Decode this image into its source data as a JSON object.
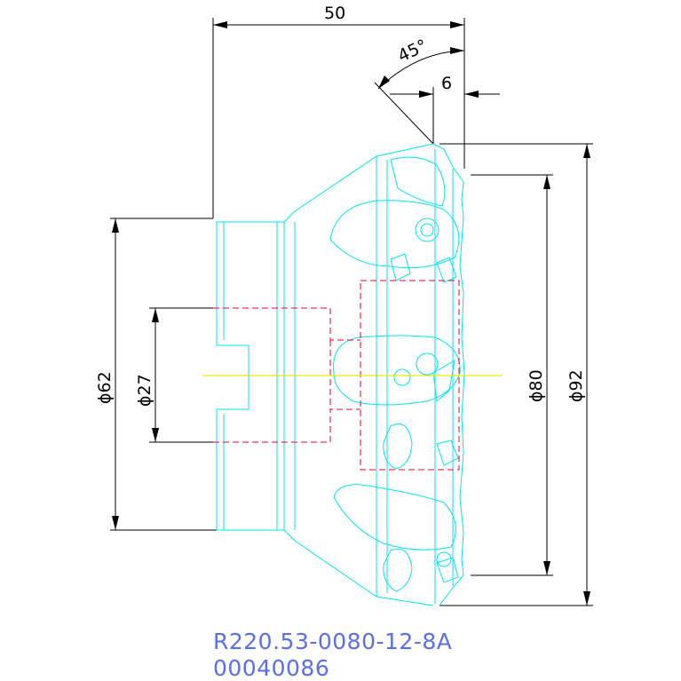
{
  "dimensions": {
    "length": "50",
    "angle": "45°",
    "chamfer": "6",
    "bore_diameter": "ϕ62",
    "hub_diameter": "ϕ27",
    "cutting_diameter": "ϕ80",
    "outer_diameter": "ϕ92"
  },
  "labels": {
    "part_number": "R220.53-0080-12-8A",
    "drawing_number": "00040086"
  },
  "colors": {
    "tool_outline": "#00e5ef",
    "hidden_lines": "#e8002a",
    "center_line": "#f2e600",
    "dimension_lines": "#000000",
    "caption_text": "#5a6ee8"
  }
}
